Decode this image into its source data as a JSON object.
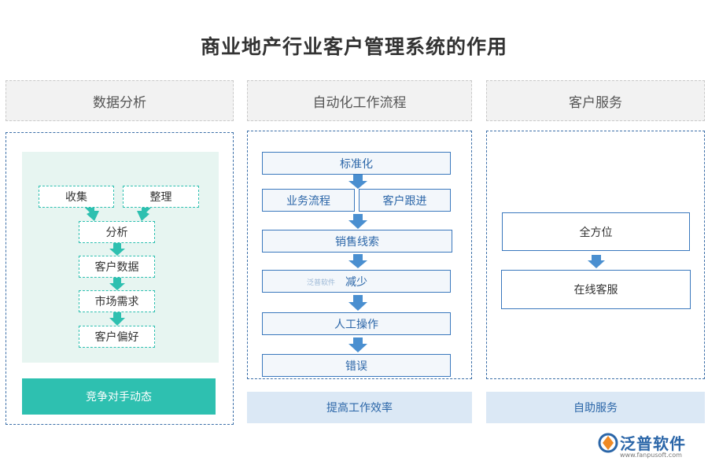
{
  "title": "商业地产行业客户管理系统的作用",
  "columns": {
    "left": {
      "header": "数据分析",
      "collect": "收集",
      "organize": "整理",
      "analyze": "分析",
      "customer_data": "客户数据",
      "market_demand": "市场需求",
      "customer_pref": "客户偏好",
      "bottom": "竞争对手动态"
    },
    "middle": {
      "header": "自动化工作流程",
      "standardize": "标准化",
      "business_flow": "业务流程",
      "customer_follow": "客户跟进",
      "sales_leads": "销售线索",
      "reduce": "减少",
      "manual_ops": "人工操作",
      "errors": "错误",
      "bottom": "提高工作效率"
    },
    "right": {
      "header": "客户服务",
      "all_round": "全方位",
      "online_service": "在线客服",
      "bottom": "自助服务"
    }
  },
  "watermark": "泛普软件",
  "logo": {
    "name": "泛普软件",
    "url": "www.fanpusoft.com"
  },
  "colors": {
    "teal": "#2ec0b0",
    "blue": "#3a78bd",
    "arrow_blue": "#4a8fd0",
    "light_blue_bar": "#dbe8f5",
    "light_green": "#e7f5f1"
  }
}
